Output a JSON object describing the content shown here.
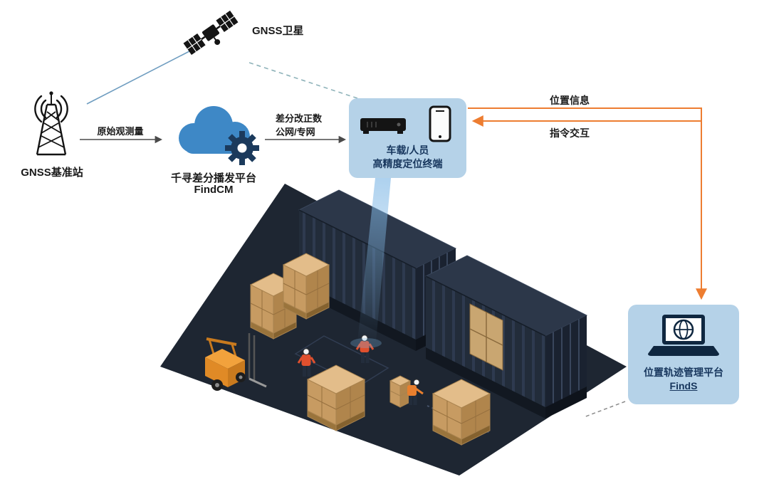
{
  "diagram": {
    "satellite": {
      "label": "GNSS卫星",
      "icon": "satellite-icon"
    },
    "base_station": {
      "label": "GNSS基准站",
      "icon": "radio-tower-icon"
    },
    "cloud_platform": {
      "title": "千寻差分播发平台",
      "subtitle": "FindCM",
      "icon": "cloud-gear-icon"
    },
    "terminal": {
      "line1": "车载/人员",
      "line2": "高精度定位终端",
      "icon1": "receiver-icon",
      "icon2": "smartphone-icon"
    },
    "management_platform": {
      "title": "位置轨迹管理平台",
      "subtitle": "FindS",
      "icon": "laptop-globe-icon"
    },
    "links": {
      "base_to_cloud": "原始观测量",
      "cloud_to_terminal_line1": "差分改正数",
      "cloud_to_terminal_line2": "公网/专网",
      "terminal_to_platform": "位置信息",
      "platform_to_terminal": "指令交互"
    }
  },
  "colors": {
    "panel_bg": "#b5d2e8",
    "panel_text": "#17365d",
    "orange_link": "#ed7d31",
    "cloud_blue": "#3e88c6",
    "gear_navy": "#1b3a5c",
    "satellite_link_blue": "#6f9dc0",
    "satellite_link_teal_dashed": "#8fb3ba",
    "dark_link": "#4a4a4a",
    "container_navy": "#222c3a",
    "floor_navy": "#1e2632",
    "carton_tan": "#c79b62",
    "forklift_orange": "#e08a26",
    "beam_blue": "#82b9e6"
  }
}
